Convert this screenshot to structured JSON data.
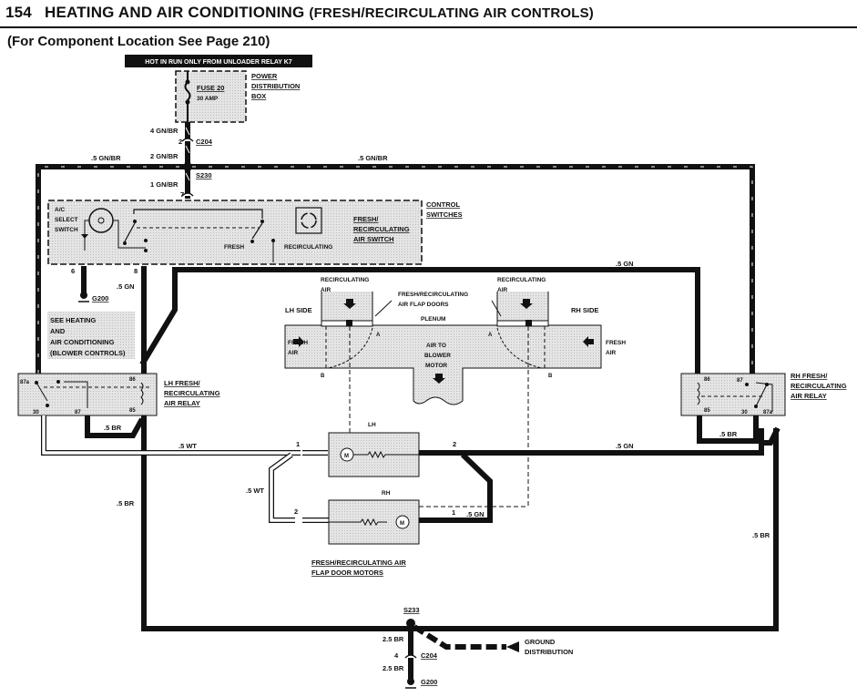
{
  "header": {
    "page_number": "154",
    "title_main": "HEATING AND AIR CONDITIONING",
    "title_sub": "(FRESH/RECIRCULATING AIR CONTROLS)",
    "component_location": "(For Component Location See Page 210)"
  },
  "power": {
    "banner": "HOT IN RUN ONLY FROM UNLOADER RELAY K7",
    "fuse_name": "FUSE 20",
    "fuse_rating": "30 AMP",
    "box_label": [
      "POWER",
      "DISTRIBUTION",
      "BOX"
    ]
  },
  "wires": {
    "w_4gnbr": "4 GN/BR",
    "w_2gnbr": "2 GN/BR",
    "w_1gnbr": "1 GN/BR",
    "w_05gnbr_left": ".5 GN/BR",
    "w_05gnbr_right": ".5 GN/BR",
    "w_05gn_left": ".5 GN",
    "w_05gn_top": ".5 GN",
    "w_05gn_right": ".5 GN",
    "w_05gn_motor": ".5 GN",
    "w_05br_lh_relay": ".5 BR",
    "w_05br_rh_relay": ".5 BR",
    "w_05br_left": ".5 BR",
    "w_05br_right": ".5 BR",
    "w_05wt_top": ".5 WT",
    "w_05wt_side": ".5 WT",
    "w_25br_1": "2.5 BR",
    "w_25br_2": "2.5 BR"
  },
  "connectors": {
    "c204_top": "C204",
    "c204_top_pin": "2",
    "s230": "S230",
    "pin7": "7",
    "pin6": "6",
    "pin8": "8",
    "g200_top": "G200",
    "s233": "S233",
    "c204_bottom": "C204",
    "c204_bottom_pin": "4",
    "g200_bottom": "G200",
    "motor_lh_pin1": "1",
    "motor_lh_pin2": "2",
    "motor_rh_pin2": "2",
    "motor_rh_pin1": "1"
  },
  "control_switches": {
    "group_label": [
      "CONTROL",
      "SWITCHES"
    ],
    "ac_select": [
      "A/C",
      "SELECT",
      "SWITCH"
    ],
    "fresh": "FRESH",
    "recirculating": "RECIRCULATING",
    "switch_label": [
      "FRESH/",
      "RECIRCULATING",
      "AIR SWITCH"
    ]
  },
  "see_note": [
    "SEE HEATING",
    "AND",
    "AIR CONDITIONING",
    "(BLOWER CONTROLS)"
  ],
  "lh_relay": {
    "label": [
      "LH FRESH/",
      "RECIRCULATING",
      "AIR RELAY"
    ],
    "pins": {
      "p87a": "87a",
      "p30": "30",
      "p87": "87",
      "p86": "86",
      "p85": "85"
    }
  },
  "rh_relay": {
    "label": [
      "RH FRESH/",
      "RECIRCULATING",
      "AIR RELAY"
    ],
    "pins": {
      "p86": "86",
      "p85": "85",
      "p87": "87",
      "p30": "30",
      "p87a": "87a"
    }
  },
  "plenum": {
    "recirc_left": [
      "RECIRCULATING",
      "AIR"
    ],
    "recirc_right": [
      "RECIRCULATING",
      "AIR"
    ],
    "flap_doors": [
      "FRESH/RECIRCULATING",
      "AIR FLAP DOORS"
    ],
    "lh_side": "LH SIDE",
    "rh_side": "RH SIDE",
    "plenum": "PLENUM",
    "fresh_left": [
      "FRESH",
      "AIR"
    ],
    "fresh_right": [
      "FRESH",
      "AIR"
    ],
    "to_blower": [
      "AIR TO",
      "BLOWER",
      "MOTOR"
    ],
    "a": "A",
    "b": "B"
  },
  "motors": {
    "lh": "LH",
    "rh": "RH",
    "m": "M",
    "label": [
      "FRESH/RECIRCULATING AIR",
      "FLAP DOOR MOTORS"
    ]
  },
  "ground": {
    "label": [
      "GROUND",
      "DISTRIBUTION"
    ]
  }
}
